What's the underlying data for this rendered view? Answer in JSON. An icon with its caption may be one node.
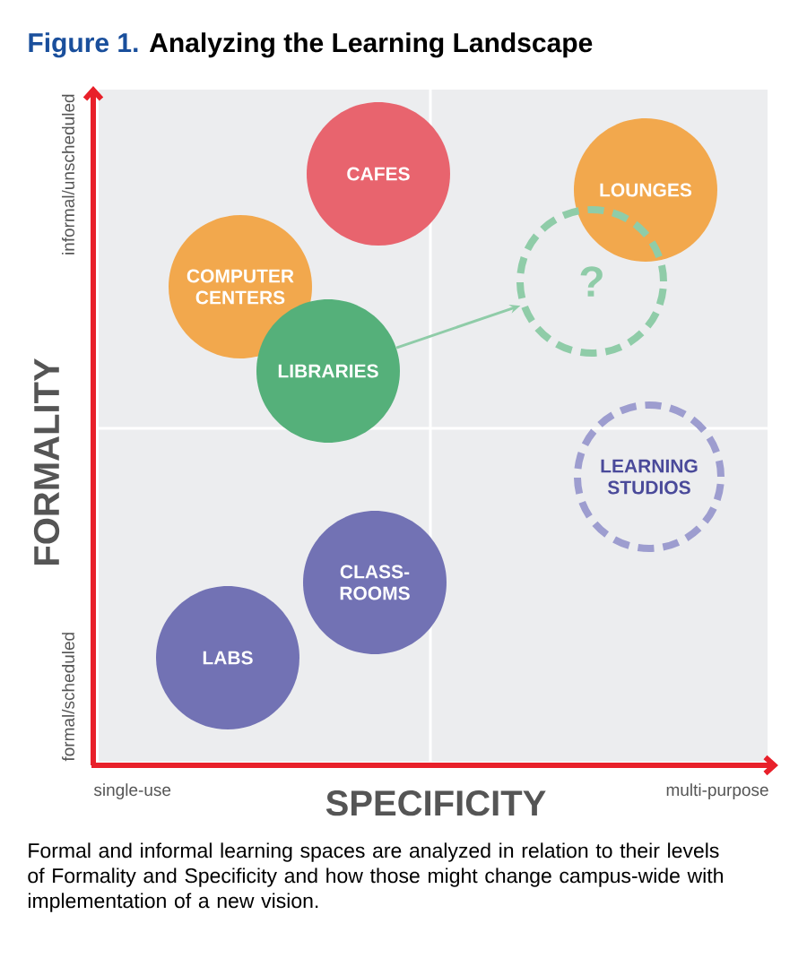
{
  "diagram": {
    "title": "Analyzing the Learning Landscape",
    "caption": "Formal and informal learning spaces are analyzed in relation to their levels of Formality and Specificity and how those might change campus-wide with implementation of a new vision.",
    "nodes": [
      {
        "text": [
          "CAFES"
        ]
      },
      {
        "text": [
          "LOUNGES"
        ]
      },
      {
        "text": [
          "COMPUTER CENTERS"
        ]
      },
      {
        "text": [
          "?"
        ]
      },
      {
        "text": [
          "LIBRARIES"
        ]
      },
      {
        "text": [
          "LEARNING STUDIOS"
        ]
      },
      {
        "text": [
          "CLASS- ROOMS"
        ]
      },
      {
        "text": [
          "LABS"
        ]
      }
    ],
    "edges": [
      {
        "from": 4,
        "to": 3,
        "arrow": "to"
      }
    ],
    "labels": [
      "Figure 1.",
      "informal/unscheduled",
      "FORMALITY",
      "formal/scheduled",
      "single-use",
      "SPECIFICITY",
      "multi-purpose"
    ]
  }
}
